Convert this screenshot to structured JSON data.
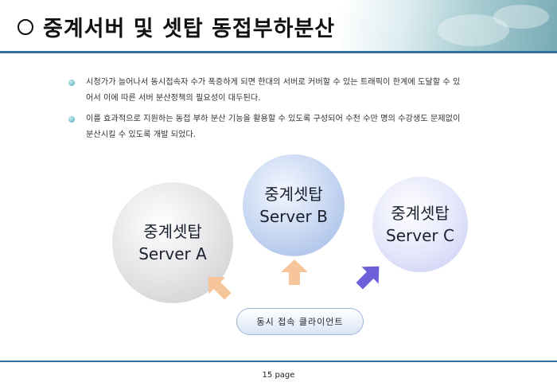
{
  "title": "중계서버 및 셋탑 동접부하분산",
  "bullets": [
    {
      "line1": "시청가가 늘어나서 동시접속자 수가 폭증하게 되면 한대의 서버로 커버할 수 있는 트래픽이 한계에 도달할 수 있",
      "line2": "어서 이에 따른 서버 분산정책의 필요성이 대두된다."
    },
    {
      "line1": "이를 효과적으로 지원하는 동접 부하 분산 기능을 활용할 수 있도록 구성되어 수천 수만 명의 수강생도 문제없이",
      "line2": "분산시킬 수 있도록 개발 되었다."
    }
  ],
  "servers": [
    {
      "name": "중계셋탑",
      "label": "Server A"
    },
    {
      "name": "중계셋탑",
      "label": "Server B"
    },
    {
      "name": "중계셋탑",
      "label": "Server C"
    }
  ],
  "client_label": "동시 접속 클라이언트",
  "page_label": "15 page",
  "colors": {
    "accent": "#2f6f9a",
    "arrow_a": "#f6c59a",
    "arrow_b": "#f6c59a",
    "arrow_c": "#6d5fd8"
  }
}
